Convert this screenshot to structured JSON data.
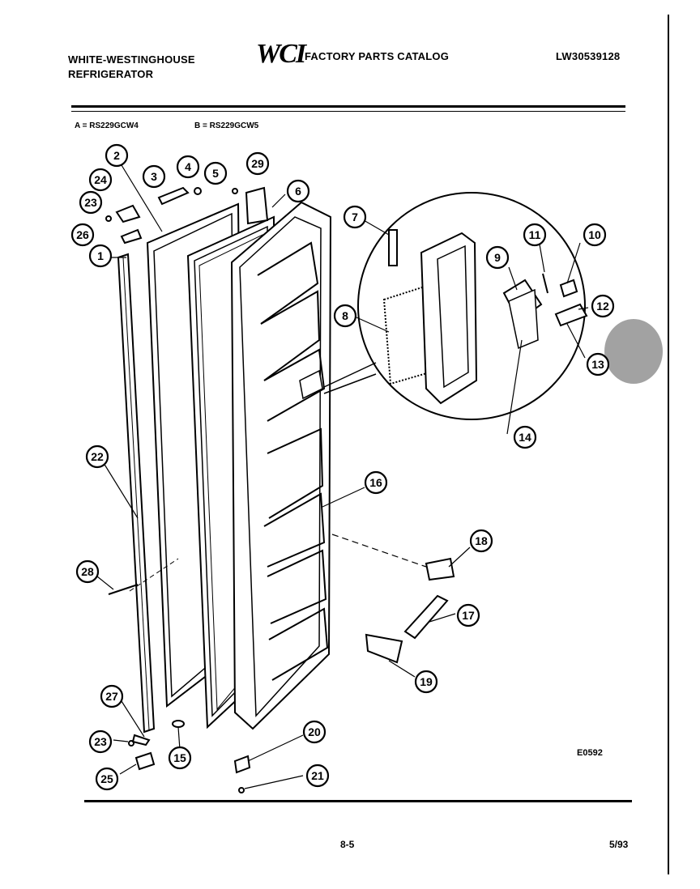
{
  "header": {
    "brand_line1": "WHITE-WESTINGHOUSE",
    "brand_line2": "REFRIGERATOR",
    "logo_text": "WCI",
    "catalog_title": "FACTORY PARTS CATALOG",
    "catalog_number": "LW30539128"
  },
  "models": {
    "model_a": "A = RS229GCW4",
    "model_b": "B = RS229GCW5"
  },
  "diagram_code": "E0592",
  "footer": {
    "page": "8-5",
    "date": "5/93"
  },
  "callouts": [
    "1",
    "2",
    "3",
    "4",
    "5",
    "6",
    "7",
    "8",
    "9",
    "10",
    "11",
    "12",
    "13",
    "14",
    "15",
    "16",
    "17",
    "18",
    "19",
    "20",
    "21",
    "22",
    "23",
    "24",
    "25",
    "26",
    "27",
    "28",
    "29"
  ]
}
